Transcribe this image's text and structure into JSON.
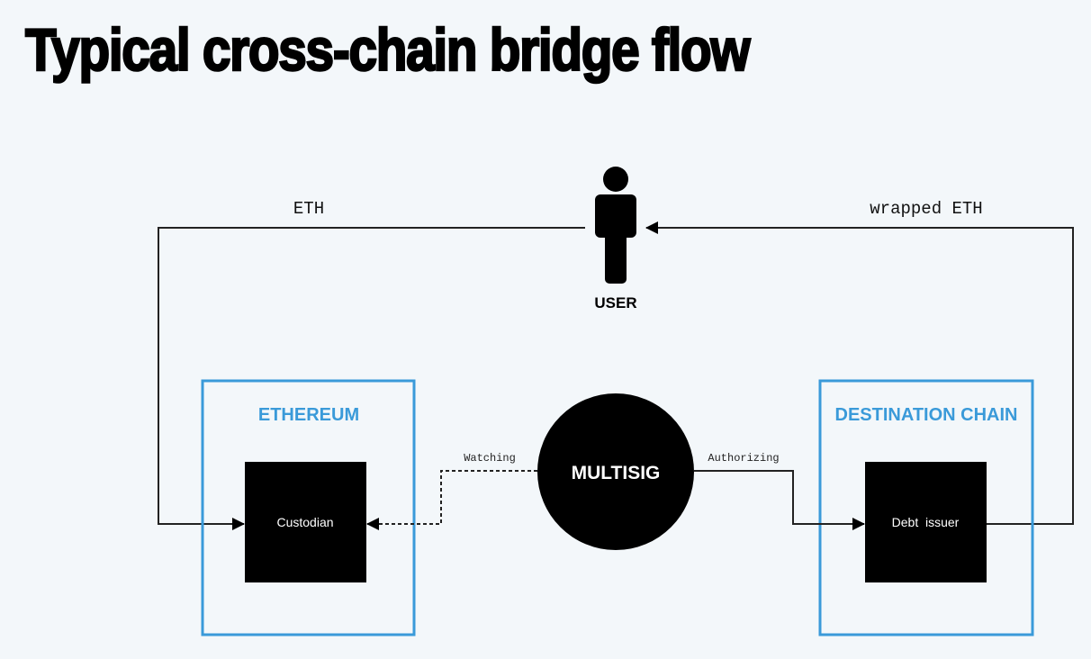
{
  "title": "Typical cross-chain bridge flow",
  "colors": {
    "background": "#f3f7fa",
    "accent_blue": "#3a9ad9",
    "black": "#000000",
    "node_text": "#ffffff"
  },
  "user": {
    "icon": "person-icon",
    "label": "USER"
  },
  "edges": {
    "eth_label": "ETH",
    "wrapped_label": "wrapped ETH",
    "watching_label": "Watching",
    "authorizing_label": "Authorizing"
  },
  "chains": {
    "source": {
      "label": "ETHEREUM",
      "node_label": "Custodian"
    },
    "destination": {
      "label": "DESTINATION CHAIN",
      "node_label": "Debt  issuer"
    }
  },
  "multisig": {
    "label": "MULTISIG"
  }
}
